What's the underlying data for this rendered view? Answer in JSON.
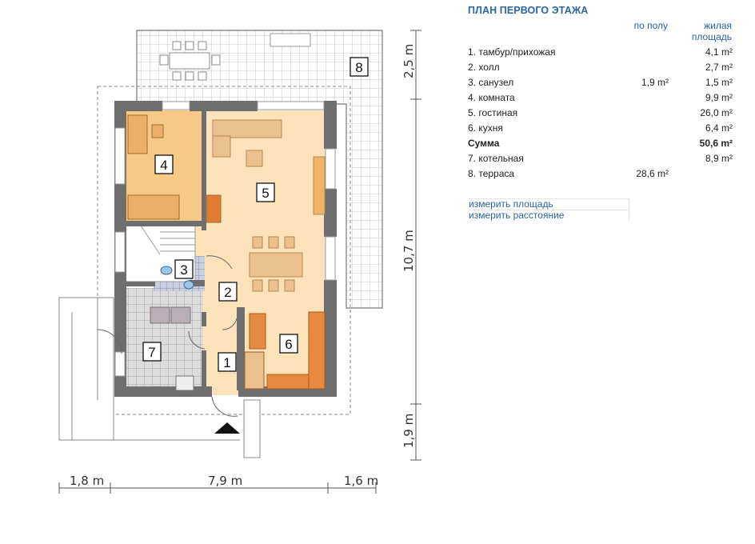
{
  "plan": {
    "rooms": [
      {
        "num": "1"
      },
      {
        "num": "2"
      },
      {
        "num": "3"
      },
      {
        "num": "4"
      },
      {
        "num": "5"
      },
      {
        "num": "6"
      },
      {
        "num": "7"
      },
      {
        "num": "8"
      }
    ],
    "dimensions": {
      "left_width": "1,8 m",
      "middle_width": "7,9 m",
      "right_width": "1,6 m",
      "terrace_depth": "2,5 m",
      "house_depth": "10,7 m",
      "porch_depth": "1,9 m"
    }
  },
  "panel": {
    "title": "ПЛАН ПЕРВОГО ЭТАЖА",
    "col_floor": "по полу",
    "col_living_1": "жилая",
    "col_living_2": "площадь",
    "rows": [
      {
        "name": "1. тамбур/прихожая",
        "floor": "",
        "living": "4,1 m²"
      },
      {
        "name": "2. холл",
        "floor": "",
        "living": "2,7 m²"
      },
      {
        "name": "3. санузел",
        "floor": "1,9 m²",
        "living": "1,5 m²"
      },
      {
        "name": "4. комната",
        "floor": "",
        "living": "9,9 m²"
      },
      {
        "name": "5. гостиная",
        "floor": "",
        "living": "26,0 m²"
      },
      {
        "name": "6. кухня",
        "floor": "",
        "living": "6,4 m²"
      },
      {
        "name": "Сумма",
        "floor": "",
        "living": "50,6 m²"
      },
      {
        "name": "7. котельная",
        "floor": "",
        "living": "8,9 m²"
      },
      {
        "name": "8. терраса",
        "floor": "28,6 m²",
        "living": ""
      }
    ],
    "measure_area": "измерить площадь",
    "measure_distance": "измерить расстояние"
  }
}
